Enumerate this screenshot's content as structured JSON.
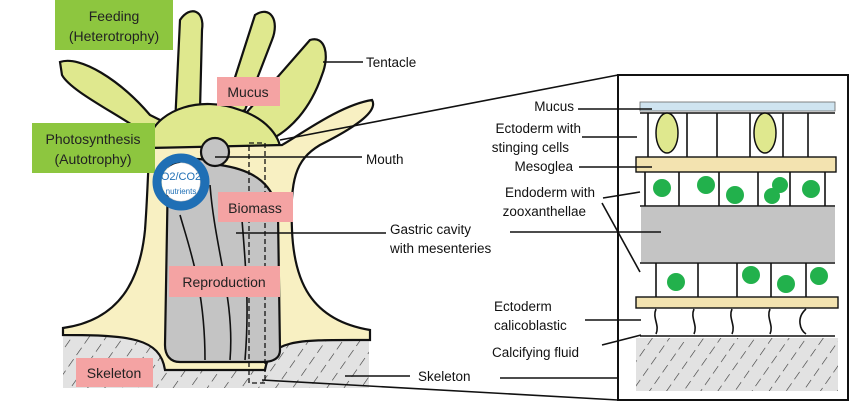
{
  "colors": {
    "function_box": "#8dc63f",
    "component_box": "#f4a3a3",
    "tentacle": "#dfe88e",
    "tissue": "#f8f0c2",
    "cavity": "#c4c4c4",
    "skeleton": "#e2e2e2",
    "zooxanthellae": "#22b14c",
    "mucus": "#cfe4f0",
    "exchange_icon": "#1f6fb5"
  },
  "function_boxes": {
    "feeding": [
      "Feeding",
      "(Heterotrophy)"
    ],
    "photosynthesis": [
      "Photosynthesis",
      "(Autotrophy)"
    ]
  },
  "component_boxes": {
    "mucus": "Mucus",
    "biomass": "Biomass",
    "reproduction": "Reproduction",
    "skeleton": "Skeleton"
  },
  "exchange_icon": {
    "line1": "O2/CO2",
    "line2": "nutrients"
  },
  "polyp_labels": {
    "tentacle": "Tentacle",
    "mouth": "Mouth",
    "gastric": [
      "Gastric cavity",
      "with mesenteries"
    ],
    "skeleton": "Skeleton"
  },
  "detail_labels": {
    "mucus": "Mucus",
    "ectoderm_stinging": [
      "Ectoderm with",
      "stinging cells"
    ],
    "mesoglea": "Mesoglea",
    "endoderm": [
      "Endoderm with",
      "zooxanthellae"
    ],
    "ectoderm_calico": [
      "Ectoderm",
      "calicoblastic"
    ],
    "calcifying_fluid": "Calcifying fluid"
  }
}
